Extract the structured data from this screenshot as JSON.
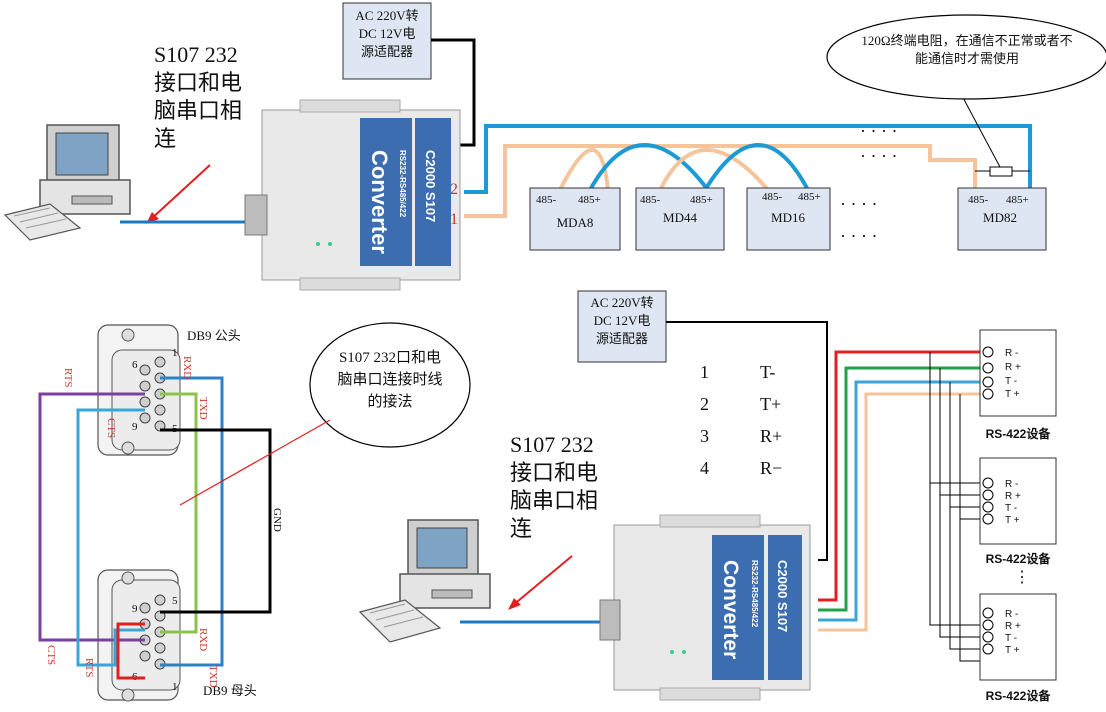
{
  "top": {
    "adapter_lines": [
      "AC 220V转",
      "DC 12V电",
      "源适配器"
    ],
    "pc_label_lines": [
      "S107 232",
      "接口和电",
      "脑串口相",
      "连"
    ],
    "converter_model": "C2000 S107",
    "converter_sub": "RS232-RS485/422",
    "converter_name": "Converter",
    "port2": "2",
    "port1": "1",
    "terminator_note_lines": [
      "120Ω终端电阻，在通信不正常或者不",
      "能通信时才需使用"
    ],
    "devices": [
      {
        "t1": "485-",
        "t2": "485+",
        "name": "MDA8"
      },
      {
        "t1": "485-",
        "t2": "485+",
        "name": "MD44"
      },
      {
        "t1": "485-",
        "t2": "485+",
        "name": "MD16"
      },
      {
        "t1": "485-",
        "t2": "485+",
        "name": "MD82"
      }
    ]
  },
  "db9": {
    "male_title": "DB9 公头",
    "female_title": "DB9 母头",
    "note_lines": [
      "S107 232口和电",
      "脑串口连接时线",
      "的接法"
    ],
    "rts": "RTS",
    "cts": "CTS",
    "rxd": "RXD",
    "txd": "TXD",
    "gnd": "GND",
    "pin1": "1",
    "pin5": "5",
    "pin6": "6",
    "pin9": "9"
  },
  "bottom": {
    "adapter_lines": [
      "AC 220V转",
      "DC 12V电",
      "源适配器"
    ],
    "pc_label_lines": [
      "S107 232",
      "接口和电",
      "脑串口相",
      "连"
    ],
    "converter_model": "C2000 S107",
    "converter_sub": "RS232-RS485/422",
    "converter_name": "Converter",
    "pin_map": [
      {
        "num": "1",
        "sig": "T-"
      },
      {
        "num": "2",
        "sig": "T+"
      },
      {
        "num": "3",
        "sig": "R+"
      },
      {
        "num": "4",
        "sig": "R−"
      }
    ],
    "rs422_label": "RS-422设备",
    "rs422_labels": [
      "RS-422设备",
      "RS-422设备",
      "RS-422设备"
    ],
    "rs422_term_labels": [
      "R -",
      "R +",
      "T -",
      "T +"
    ],
    "ellipsis": "⋮"
  },
  "colors": {
    "blue": "#1b9ad6",
    "peach": "#f5c49b",
    "black": "#000000",
    "red_wire": "#e02020",
    "green_wire": "#22a04a",
    "purple_wire": "#7b3fa0",
    "lightblue_wire": "#3aa6d8",
    "lightgreen_wire": "#8bc34a",
    "converter_blue": "#3b6db0",
    "box_fill": "#dde6f2"
  }
}
